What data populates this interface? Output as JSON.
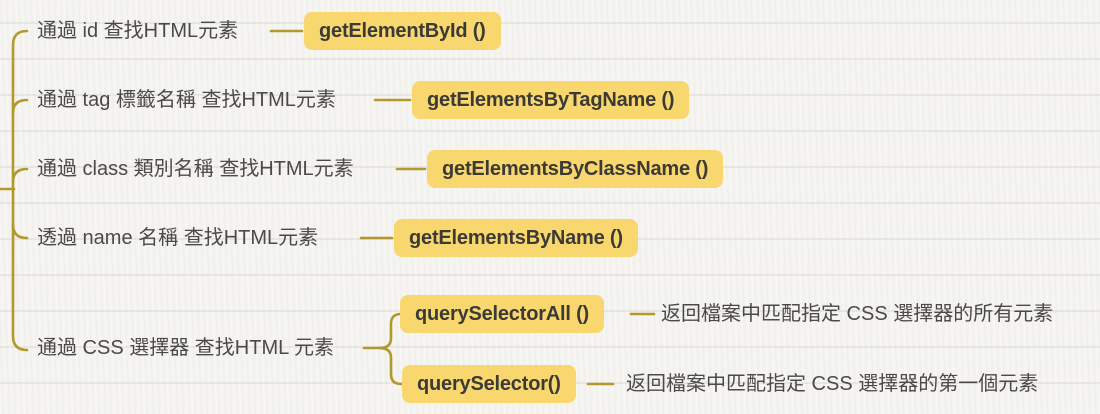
{
  "diagram": {
    "type": "mindmap",
    "topic": "finding HTML elements (DOM selection methods)",
    "colors": {
      "background": "#f5f4f0",
      "ruled_line": "#e9e6df",
      "connector_line": "#b2992d",
      "highlight_box": "#f8d76f",
      "label_text": "#4b4a47",
      "method_text": "#3b3a35"
    }
  },
  "branches": {
    "0": {
      "label": "通過 id 查找HTML元素",
      "method": "getElementById ()"
    },
    "1": {
      "label": "通過 tag 標籤名稱 查找HTML元素",
      "method": "getElementsByTagName ()"
    },
    "2": {
      "label": "通過 class 類別名稱 查找HTML元素",
      "method": "getElementsByClassName ()"
    },
    "3": {
      "label": "透過 name 名稱 查找HTML元素",
      "method": "getElementsByName ()"
    },
    "4": {
      "label": "通過 CSS 選擇器 查找HTML 元素",
      "children": {
        "0": {
          "method": "querySelectorAll ()",
          "description": "返回檔案中匹配指定 CSS 選擇器的所有元素"
        },
        "1": {
          "method": "querySelector()",
          "description": "返回檔案中匹配指定 CSS 選擇器的第一個元素"
        }
      }
    }
  }
}
